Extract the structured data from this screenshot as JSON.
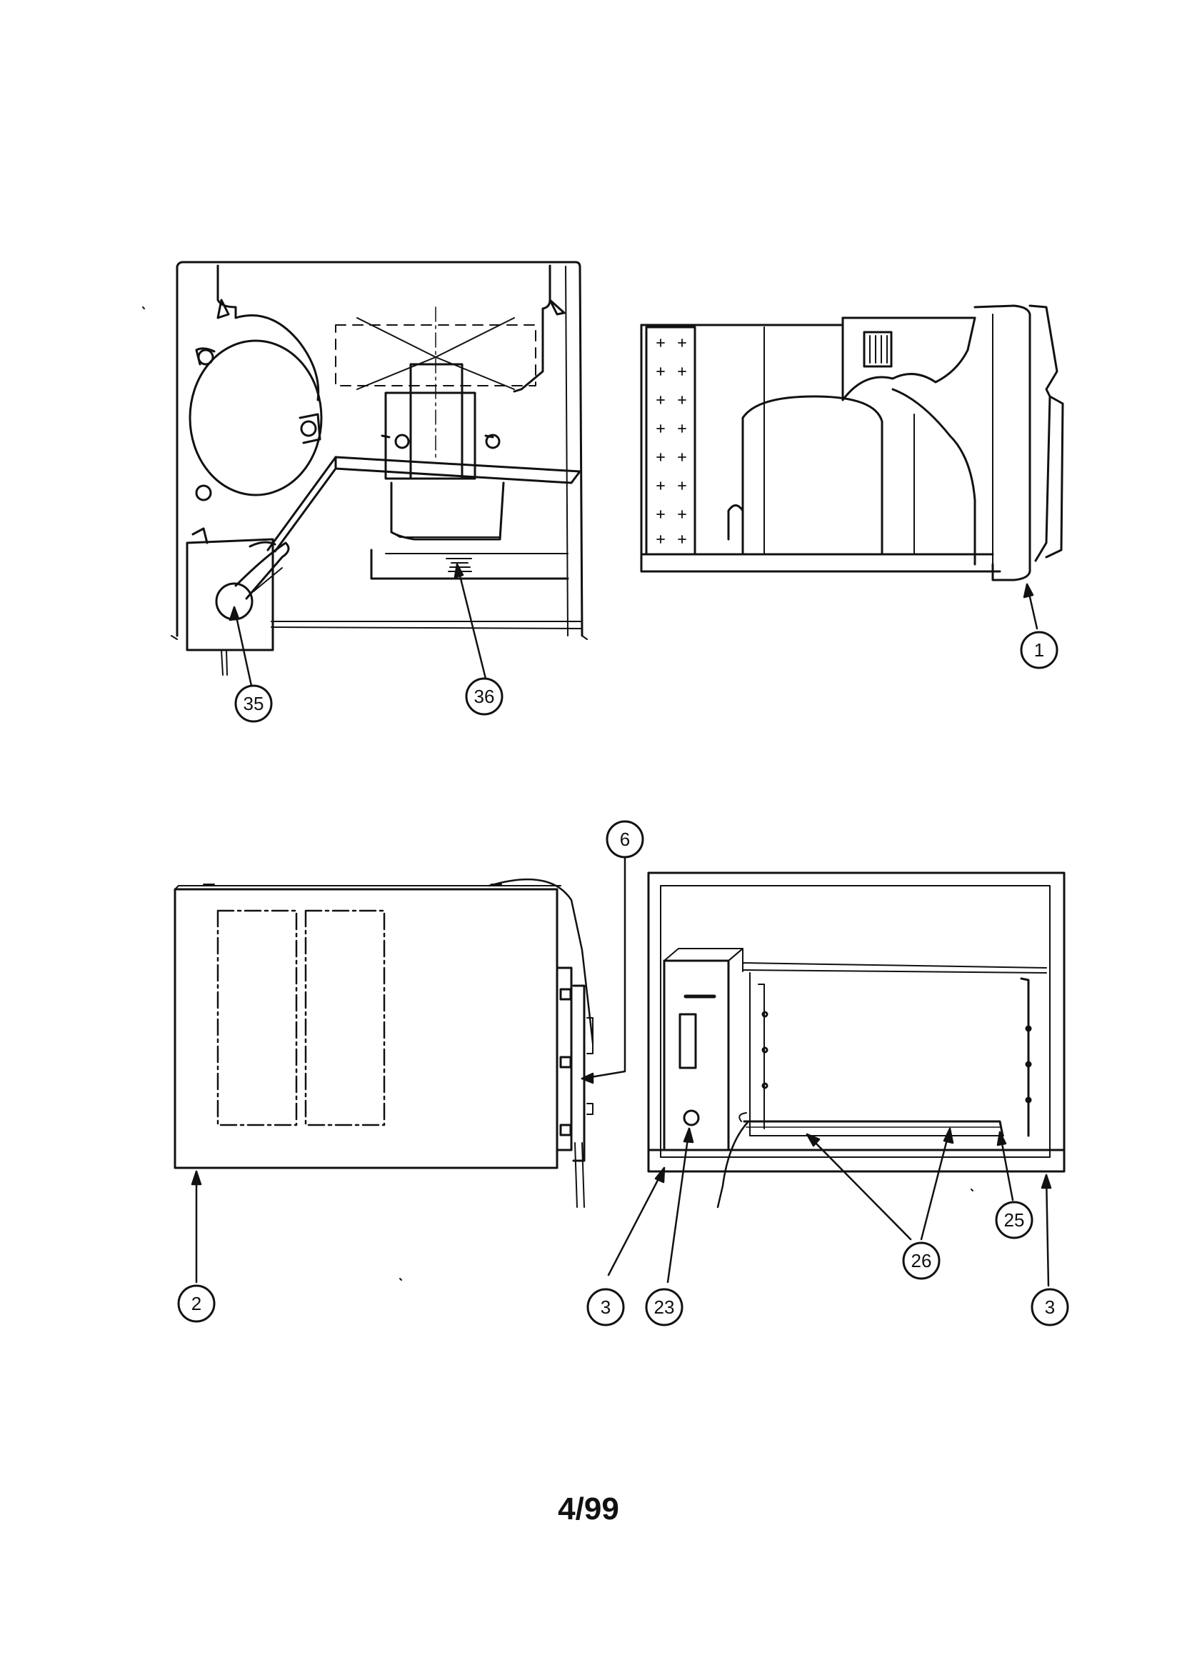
{
  "page": {
    "number": "4/99"
  },
  "callouts": {
    "c35": "35",
    "c36": "36",
    "c1": "1",
    "c6": "6",
    "c2": "2",
    "c3a": "3",
    "c23": "23",
    "c26": "26",
    "c25": "25",
    "c3b": "3"
  },
  "colors": {
    "ink": "#111111",
    "paper": "#ffffff"
  }
}
